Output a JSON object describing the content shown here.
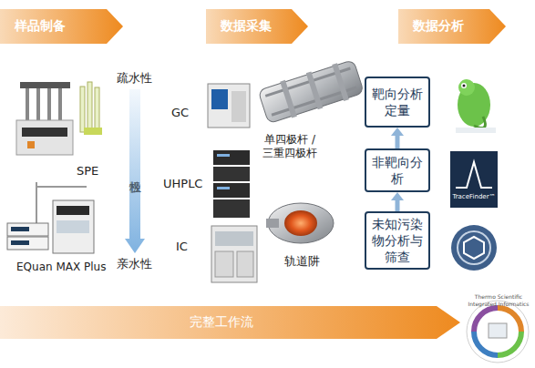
{
  "diagram": {
    "nodes": [
      {
        "text": [
          "样品制备"
        ]
      },
      {
        "text": [
          "数据采集"
        ]
      },
      {
        "text": [
          "数据分析"
        ]
      },
      {
        "text": [
          "极性"
        ]
      },
      {
        "text": [
          "靶向分析定量"
        ]
      },
      {
        "text": [
          "非靶向分析"
        ]
      },
      {
        "text": [
          "未知污染物分析与筛查"
        ]
      },
      {
        "text": [
          "完整工作流"
        ]
      }
    ],
    "edges": [
      {
        "from": 6,
        "to": 5,
        "arrow": "to"
      },
      {
        "from": 5,
        "to": 4,
        "arrow": "to"
      }
    ],
    "labels": [
      "疏水性",
      "亲水性",
      "GC",
      "UHPLC",
      "IC",
      "SPE",
      "EQuan MAX Plus",
      "单四极杆 / 三重四极杆",
      "轨道阱",
      "TraceFinder™",
      "Thermo Scientific Integrated Informatics"
    ]
  }
}
